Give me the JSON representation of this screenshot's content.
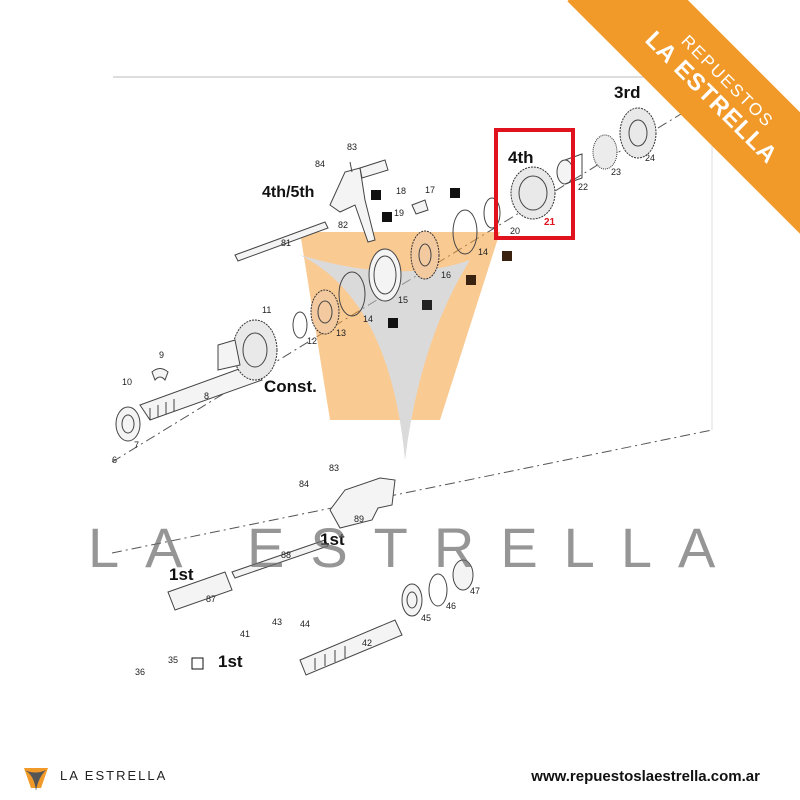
{
  "diagram": {
    "group_labels": {
      "third": "3rd",
      "fourth_highlight": "4th",
      "fourth_fifth": "4th/5th",
      "constant": "Const.",
      "first_a": "1st",
      "first_b": "1st",
      "first_c": "1st"
    },
    "part_numbers": [
      "83",
      "84",
      "18",
      "17",
      "19",
      "82",
      "81",
      "20",
      "22",
      "23",
      "24",
      "14",
      "16",
      "15",
      "11",
      "13",
      "12",
      "14",
      "9",
      "10",
      "8",
      "7",
      "6",
      "83",
      "84",
      "89",
      "88",
      "87",
      "47",
      "46",
      "45",
      "43",
      "44",
      "41",
      "42",
      "35",
      "36"
    ],
    "highlighted_part": "21",
    "highlight_color": "#e0121e"
  },
  "watermark": {
    "text": "LA ESTRELLA",
    "accent_color": "#f19a2a"
  },
  "ribbon": {
    "line1": "REPUESTOS",
    "line2": "LA ESTRELLA",
    "color": "#f19a2a"
  },
  "footer": {
    "brand": "LA ESTRELLA",
    "url": "www.repuestoslaestrella.com.ar"
  }
}
